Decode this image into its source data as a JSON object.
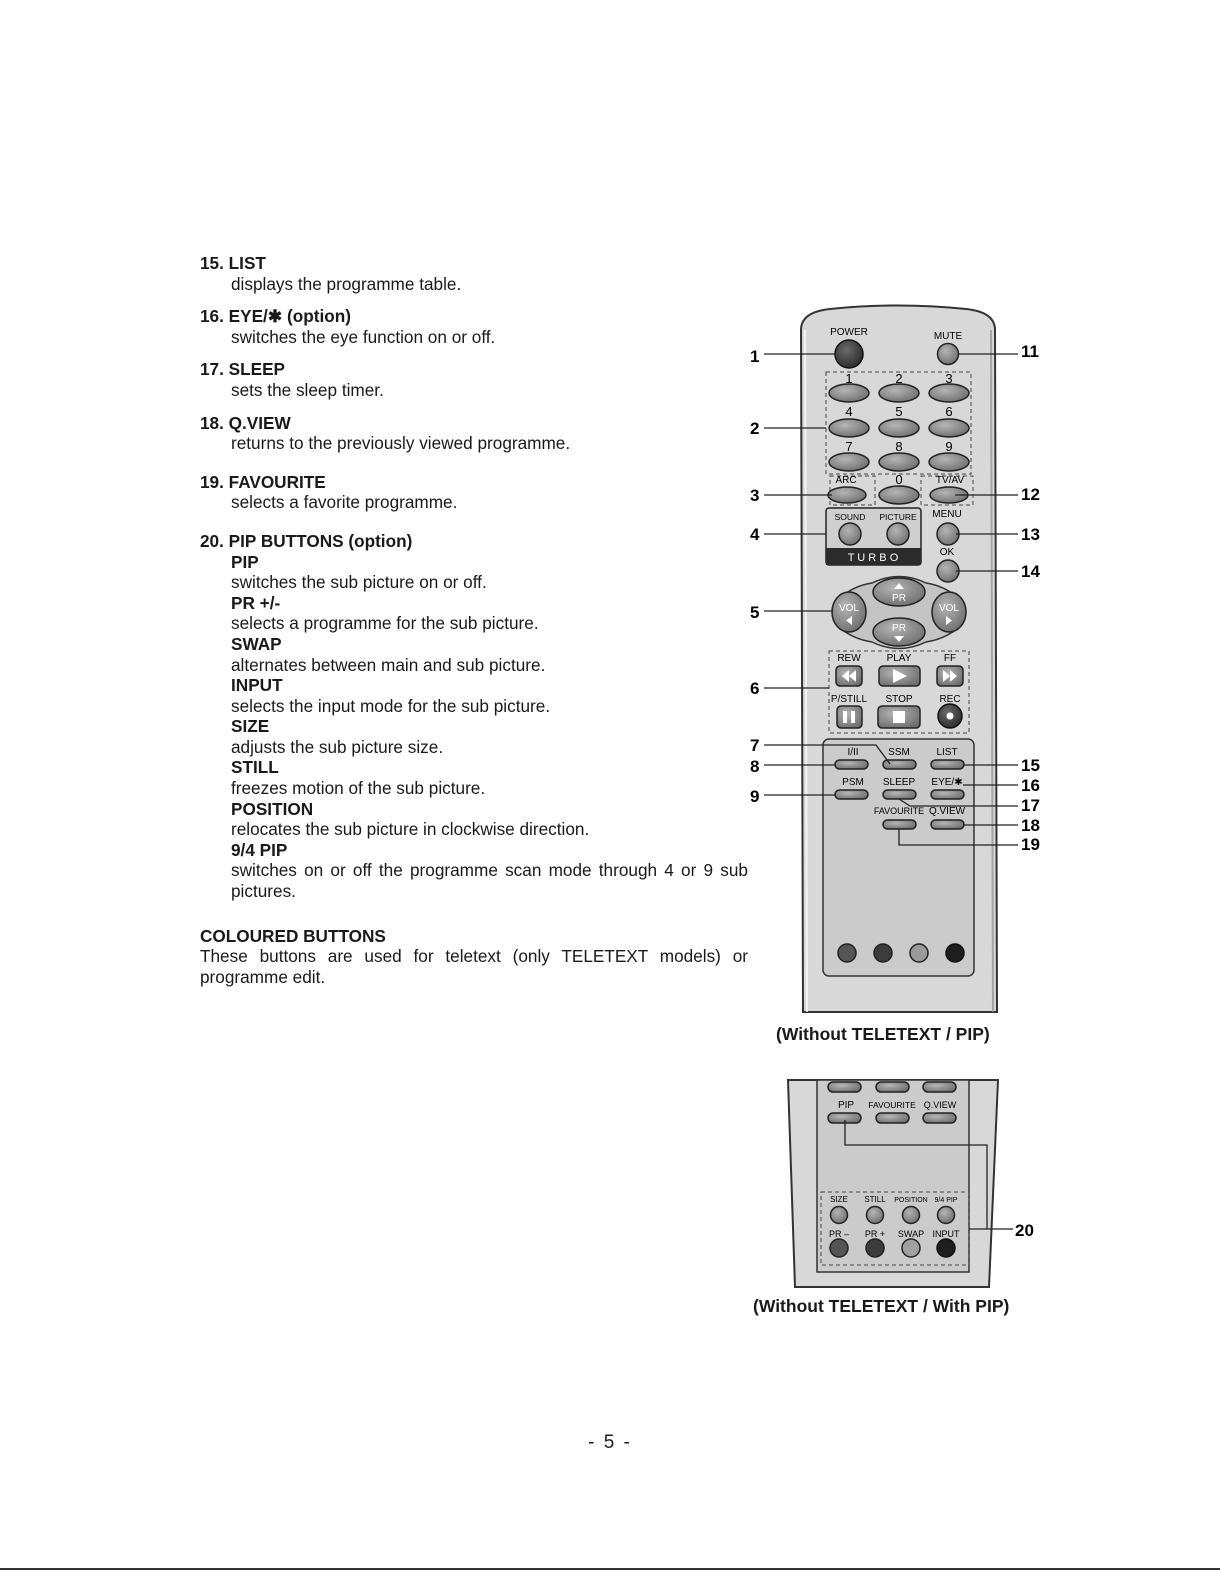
{
  "items": [
    {
      "title": "15. LIST",
      "desc": "displays the programme table."
    },
    {
      "title": "16. EYE/✱ (option)",
      "desc": "switches the eye function on or off."
    },
    {
      "title": "17. SLEEP",
      "desc": "sets the sleep timer."
    },
    {
      "title": "18. Q.VIEW",
      "desc": "returns to the previously viewed programme."
    },
    {
      "title": "19. FAVOURITE",
      "desc": "selects a favorite programme."
    },
    {
      "title": "20. PIP BUTTONS (option)"
    }
  ],
  "pip_buttons": [
    {
      "name": "PIP",
      "desc": "switches the sub picture on or off."
    },
    {
      "name": "PR +/-",
      "desc": "selects a programme for the sub picture."
    },
    {
      "name": "SWAP",
      "desc": "alternates between main and sub picture."
    },
    {
      "name": "INPUT",
      "desc": "selects the input mode for the sub picture."
    },
    {
      "name": "SIZE",
      "desc": "adjusts the sub picture size."
    },
    {
      "name": "STILL",
      "desc": "freezes motion of the sub picture."
    },
    {
      "name": "POSITION",
      "desc": "relocates the sub picture in clockwise direction."
    },
    {
      "name": "9/4 PIP",
      "desc": "switches on or off the programme scan mode through 4 or 9 sub pictures."
    }
  ],
  "coloured": {
    "title": "COLOURED BUTTONS",
    "desc": "These buttons are used for teletext (only TELETEXT models) or programme edit."
  },
  "remote1": {
    "caption": "(Without TELETEXT / PIP)",
    "labels": {
      "power": "POWER",
      "mute": "MUTE",
      "n1": "1",
      "n2": "2",
      "n3": "3",
      "n4": "4",
      "n5": "5",
      "n6": "6",
      "n7": "7",
      "n8": "8",
      "n9": "9",
      "n0": "0",
      "arc": "ARC",
      "tvav": "TV/AV",
      "sound": "SOUND",
      "picture": "PICTURE",
      "menu": "MENU",
      "ok": "OK",
      "turbo": "T U R B O",
      "pr": "PR",
      "vol": "VOL",
      "rew": "REW",
      "play": "PLAY",
      "ff": "FF",
      "pstill": "P/STILL",
      "stop": "STOP",
      "rec": "REC",
      "iii": "I/II",
      "ssm": "SSM",
      "list": "LIST",
      "psm": "PSM",
      "sleep": "SLEEP",
      "eye": "EYE/✱",
      "favourite": "FAVOURITE",
      "qview": "Q.VIEW"
    },
    "callouts": {
      "c1": "1",
      "c2": "2",
      "c3": "3",
      "c4": "4",
      "c5": "5",
      "c6": "6",
      "c7": "7",
      "c8": "8",
      "c9": "9",
      "c11": "11",
      "c12": "12",
      "c13": "13",
      "c14": "14",
      "c15": "15",
      "c16": "16",
      "c17": "17",
      "c18": "18",
      "c19": "19"
    }
  },
  "remote2": {
    "caption": "(Without TELETEXT / With PIP)",
    "labels": {
      "pip": "PIP",
      "favourite": "FAVOURITE",
      "qview": "Q.VIEW",
      "size": "SIZE",
      "still": "STILL",
      "position": "POSITION",
      "pip94": "9/4 PIP",
      "prminus": "PR –",
      "prplus": "PR +",
      "swap": "SWAP",
      "input": "INPUT"
    },
    "callout": "20"
  },
  "page_number": "- 5 -",
  "colors": {
    "remote_body": "#d9d9d9",
    "button": "#8c8c8c",
    "button_dark": "#3a3a3a",
    "text": "#1a1a1a"
  }
}
